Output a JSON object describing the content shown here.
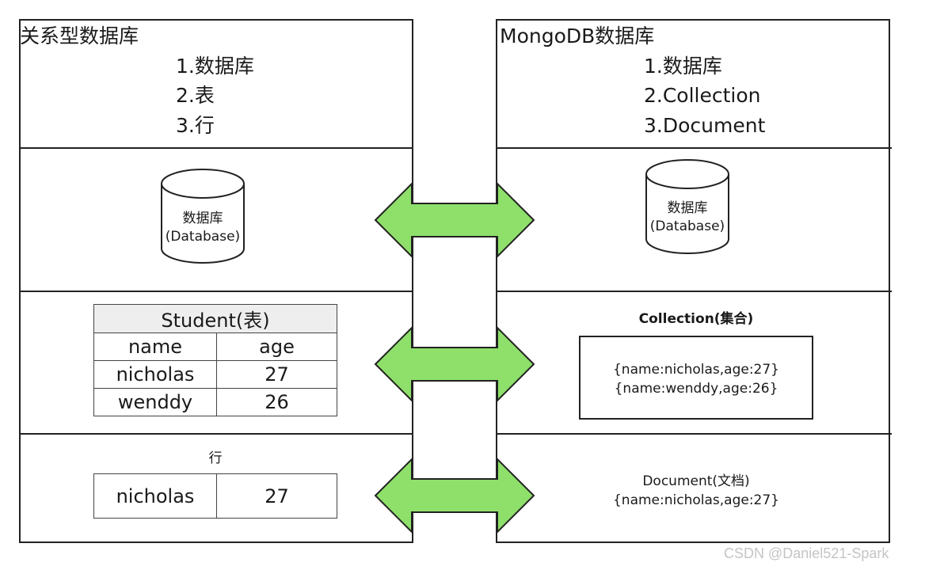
{
  "left": {
    "title": "关系型数据库",
    "items": [
      "1.数据库",
      "2.表",
      "3.行"
    ],
    "db_label": "数据库",
    "db_sublabel": "(Database)",
    "table": {
      "caption": "Student(表)",
      "headers": [
        "name",
        "age"
      ],
      "rows": [
        [
          "nicholas",
          "27"
        ],
        [
          "wenddy",
          "26"
        ]
      ]
    },
    "row_label": "行",
    "row": [
      "nicholas",
      "27"
    ]
  },
  "right": {
    "title": "MongoDB数据库",
    "items": [
      "1.数据库",
      "2.Collection",
      "3.Document"
    ],
    "db_label": "数据库",
    "db_sublabel": "(Database)",
    "collection_label": "Collection(集合)",
    "collection_docs": [
      "{name:nicholas,age:27}",
      "{name:wenddy,age:26}"
    ],
    "document_label": "Document(文档)",
    "document_value": "{name:nicholas,age:27}"
  },
  "watermark": "CSDN @Daniel521-Spark",
  "colors": {
    "arrow_fill": "#8ee06a",
    "arrow_stroke": "#222222",
    "line": "#222222",
    "table_header_bg": "#eeeeee"
  }
}
